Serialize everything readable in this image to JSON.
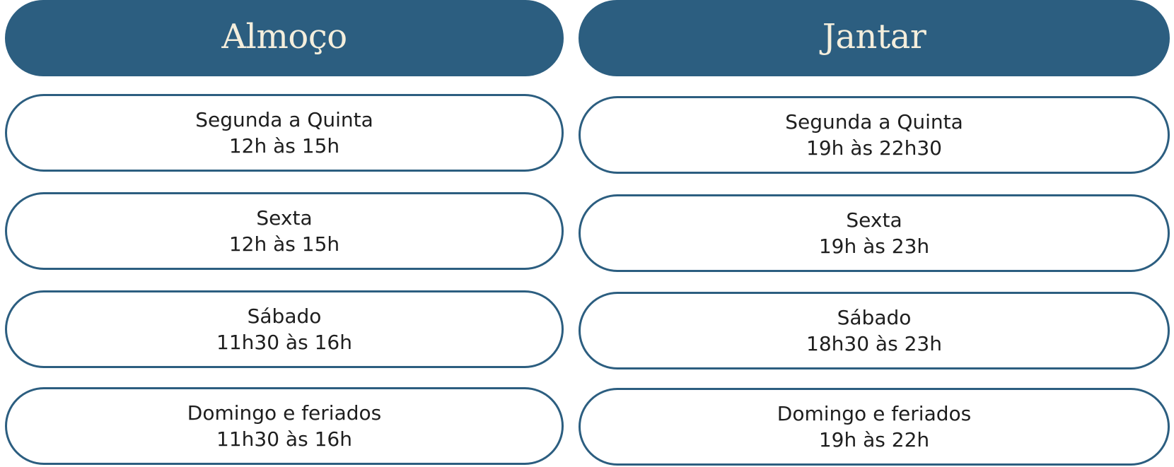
{
  "colors": {
    "header_background": "#2c5e80",
    "header_text": "#f4eedc",
    "pill_border": "#2c5e80",
    "pill_text": "#1e1e1e",
    "background": "#ffffff"
  },
  "lunch": {
    "title": "Almoço",
    "slots": [
      {
        "day": "Segunda a Quinta",
        "hours": "12h às 15h"
      },
      {
        "day": "Sexta",
        "hours": "12h às 15h"
      },
      {
        "day": "Sábado",
        "hours": "11h30 às 16h"
      },
      {
        "day": "Domingo e feriados",
        "hours": "11h30 às 16h"
      }
    ]
  },
  "dinner": {
    "title": "Jantar",
    "slots": [
      {
        "day": "Segunda a Quinta",
        "hours": "19h às 22h30"
      },
      {
        "day": "Sexta",
        "hours": "19h às 23h"
      },
      {
        "day": "Sábado",
        "hours": "18h30 às 23h"
      },
      {
        "day": "Domingo e feriados",
        "hours": "19h às 22h"
      }
    ]
  }
}
